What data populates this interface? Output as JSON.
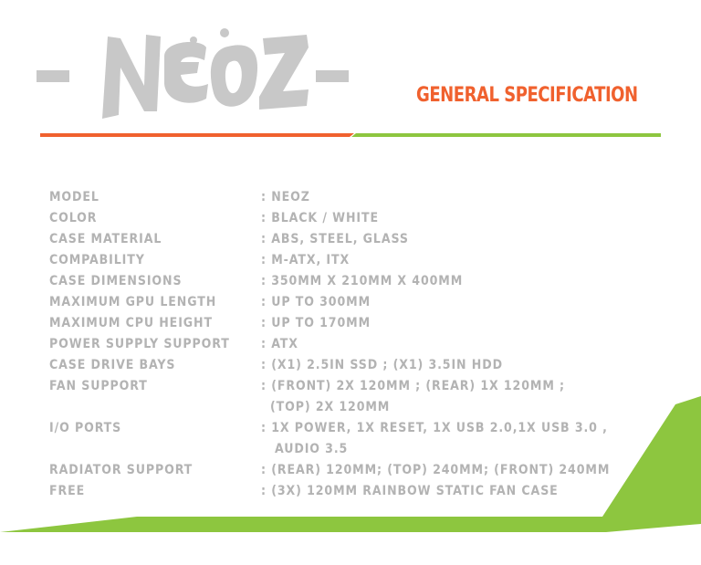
{
  "logo": {
    "text": "- NEOZ -"
  },
  "header": {
    "title": "GENERAL SPECIFICATION"
  },
  "colors": {
    "accent_orange": "#f0612e",
    "accent_green": "#8dc63f",
    "text_gray": "#b3b3b3",
    "logo_gray": "#c8c8c8"
  },
  "specs": [
    {
      "label": "MODEL",
      "value": ": NEOZ"
    },
    {
      "label": "COLOR",
      "value": ": BLACK / WHITE"
    },
    {
      "label": "CASE MATERIAL",
      "value": ": ABS, STEEL, GLASS"
    },
    {
      "label": "COMPABILITY",
      "value": ": M-ATX, ITX"
    },
    {
      "label": "CASE DIMENSIONS",
      "value": ": 350MM X 210MM X 400MM"
    },
    {
      "label": "MAXIMUM GPU LENGTH",
      "value": ": UP TO 300MM"
    },
    {
      "label": "MAXIMUM CPU HEIGHT",
      "value": ": UP TO 170MM"
    },
    {
      "label": "POWER SUPPLY SUPPORT",
      "value": ": ATX"
    },
    {
      "label": "CASE DRIVE BAYS",
      "value": ": (X1) 2.5IN SSD ; (X1) 3.5IN HDD"
    },
    {
      "label": "FAN SUPPORT",
      "value": ": (FRONT) 2X 120MM ; (REAR) 1X 120MM ;",
      "continuation": "(TOP) 2X 120MM"
    },
    {
      "label": "I/O PORTS",
      "value": ": 1X POWER, 1X RESET, 1X USB 2.0,1X USB 3.0 ,",
      "continuation": "AUDIO 3.5"
    },
    {
      "label": "RADIATOR SUPPORT",
      "value": ": (REAR) 120MM; (TOP) 240MM; (FRONT) 240MM"
    },
    {
      "label": "FREE",
      "value": ": (3X) 120MM RAINBOW STATIC FAN CASE"
    }
  ]
}
